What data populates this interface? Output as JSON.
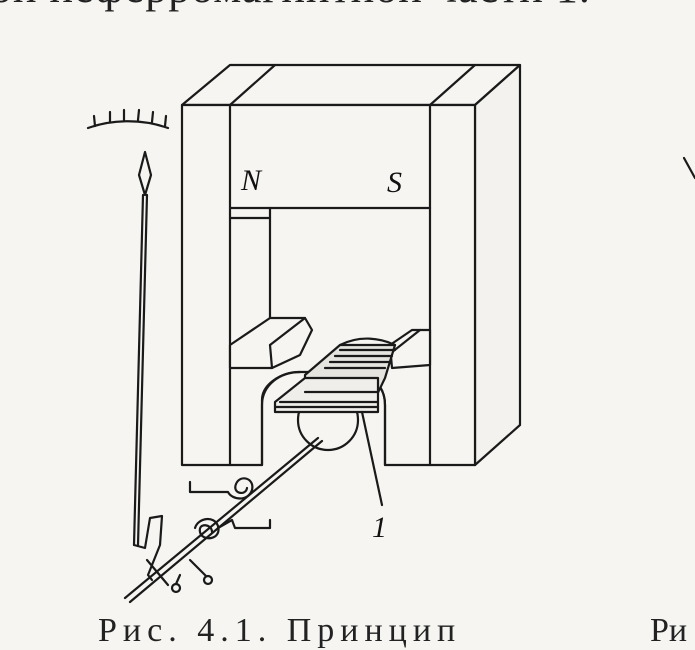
{
  "text": {
    "top_caption_fragment": "ой неферромагнитной части 1.",
    "bottom_caption_left": "Рис. 4.1. Принцип",
    "bottom_caption_right": "Ри"
  },
  "labels": {
    "north": "N",
    "south": "S",
    "part_number": "1"
  },
  "colors": {
    "ink": "#1a1a1a",
    "paper": "#f6f5f2"
  }
}
